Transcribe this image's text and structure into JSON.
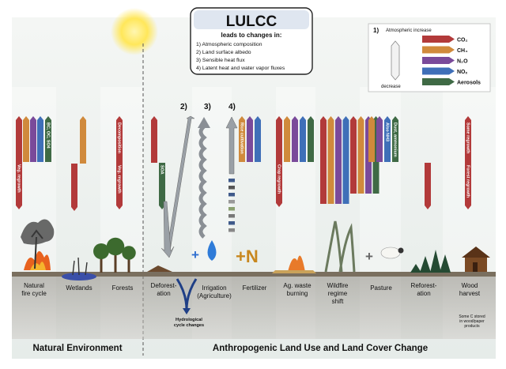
{
  "title_box": {
    "title": "LULCC",
    "subtitle": "leads to changes in:",
    "items": [
      "1) Atmospheric composition",
      "2) Land surface albedo",
      "3) Sensible heat flux",
      "4) Latent heat and water vapor fluxes"
    ]
  },
  "legend": {
    "number": "1)",
    "increase": "Atmospheric increase",
    "decrease": "decrease",
    "entries": [
      {
        "label": "CO₂",
        "color": "#b23a3a"
      },
      {
        "label": "CH₄",
        "color": "#d08a3c"
      },
      {
        "label": "N₂O",
        "color": "#7a4a9a"
      },
      {
        "label": "NOₓ",
        "color": "#3f6fb8"
      },
      {
        "label": "Aerosols",
        "color": "#3f6a45"
      }
    ]
  },
  "arrow_numbers": [
    "2)",
    "3)",
    "4)"
  ],
  "bar_labels": {
    "natural_fire": "BC, OC, SO4",
    "natural_veg": "Veg. regrowth",
    "forest_decomp": "Decomposition",
    "forest_veg": "Veg. regrowth",
    "deforest_soa": "SOA",
    "rice": "Rice cultivation",
    "crop": "Crop regrowth",
    "pasture_nh3": "Also NH3",
    "pasture_dust": "Dust, ammonium",
    "wood_some": "Some regrowth",
    "wood_forest": "Forest regrowth"
  },
  "categories": [
    {
      "label": "Natural fire cycle"
    },
    {
      "label": "Wetlands"
    },
    {
      "label": "Forests"
    },
    {
      "label": "Deforest- ation"
    },
    {
      "label": "Irrigation (Agriculture)"
    },
    {
      "label": "Fertilizer"
    },
    {
      "label": "Ag. waste burning"
    },
    {
      "label": "Wildfire regime shift"
    },
    {
      "label": "Pasture"
    },
    {
      "label": "Reforest- ation"
    },
    {
      "label": "Wood harvest"
    }
  ],
  "hydro_note": "Hydrological cycle changes",
  "wood_note": "Some C stored in wood/paper products",
  "plus_n": "+N",
  "footer": {
    "left": "Natural Environment",
    "right": "Anthropogenic Land Use and Land Cover Change"
  }
}
